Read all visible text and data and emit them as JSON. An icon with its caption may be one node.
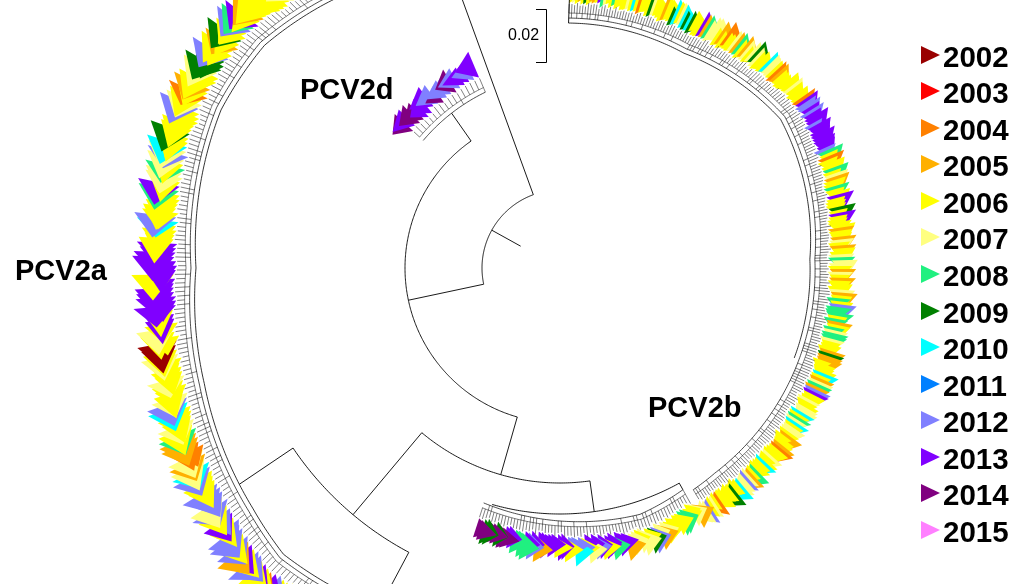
{
  "diagram": {
    "labels": [
      "0.02",
      "PCV2d",
      "PCV2a",
      "PCV2b"
    ],
    "legend": [
      {
        "text": "2002",
        "color": "#990000"
      },
      {
        "text": "2003",
        "color": "#ff0000"
      },
      {
        "text": "2004",
        "color": "#ff8000"
      },
      {
        "text": "2005",
        "color": "#ffb000"
      },
      {
        "text": "2006",
        "color": "#ffff00"
      },
      {
        "text": "2007",
        "color": "#ffff80"
      },
      {
        "text": "2008",
        "color": "#20f080"
      },
      {
        "text": "2009",
        "color": "#008000"
      },
      {
        "text": "2010",
        "color": "#00ffff"
      },
      {
        "text": "2011",
        "color": "#0080ff"
      },
      {
        "text": "2012",
        "color": "#8080ff"
      },
      {
        "text": "2013",
        "color": "#8000ff"
      },
      {
        "text": "2014",
        "color": "#800080"
      },
      {
        "text": "2015",
        "color": "#ff80ff"
      }
    ]
  }
}
